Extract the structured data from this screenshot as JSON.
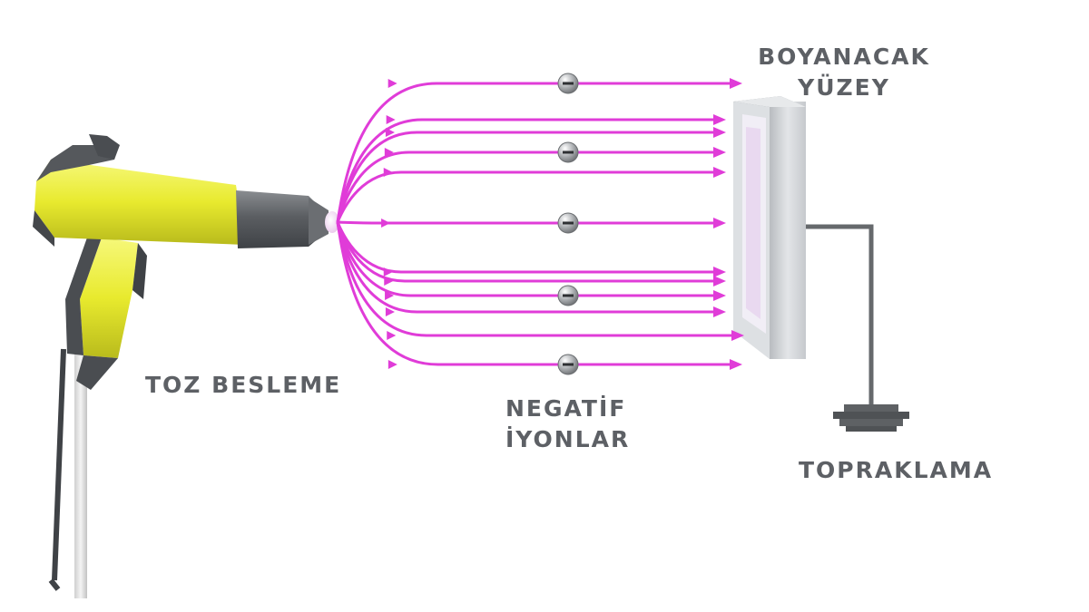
{
  "labels": {
    "target_line1": "BOYANACAK",
    "target_line2": "YÜZEY",
    "powder_feed": "TOZ BESLEME",
    "ions_line1": "NEGATİF",
    "ions_line2": "İYONLAR",
    "grounding": "TOPRAKLAMA"
  },
  "colors": {
    "field_line": "#e03cd8",
    "label_text": "#5d6065",
    "gun_body": "#eef03a",
    "gun_dark": "#55585c",
    "panel": "#d4d7db",
    "ground_wire": "#66696c",
    "ion": "#9a9da0"
  },
  "icons": {
    "spray_gun": "spray-gun-icon",
    "target_panel": "panel-icon",
    "ground": "ground-icon",
    "ion": "negative-ion-icon"
  }
}
